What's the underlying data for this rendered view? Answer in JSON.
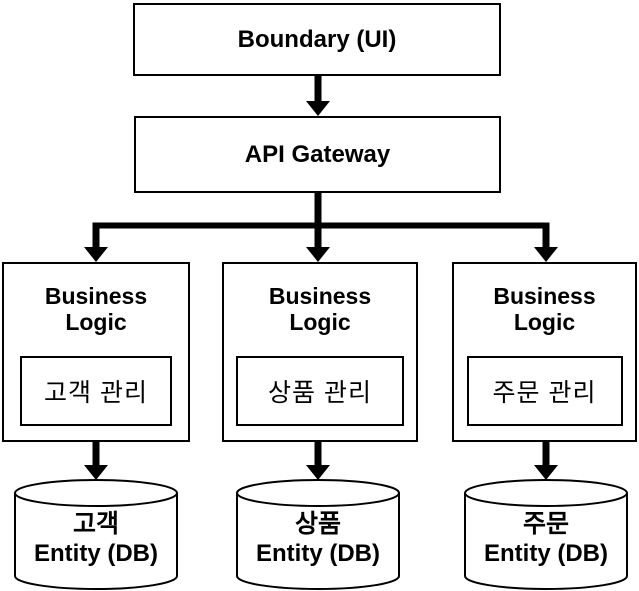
{
  "boundary": {
    "label": "Boundary (UI)"
  },
  "api_gateway": {
    "label": "API Gateway"
  },
  "services": [
    {
      "title_lines": [
        "Business",
        "Logic"
      ],
      "module": "고객 관리",
      "database_lines": [
        "고객",
        "Entity (DB)"
      ]
    },
    {
      "title_lines": [
        "Business",
        "Logic"
      ],
      "module": "상품 관리",
      "database_lines": [
        "상품",
        "Entity (DB)"
      ]
    },
    {
      "title_lines": [
        "Business",
        "Logic"
      ],
      "module": "주문 관리",
      "database_lines": [
        "주문",
        "Entity (DB)"
      ]
    }
  ],
  "colors": {
    "line": "#000000",
    "background": "#ffffff",
    "box_fill": "#ffffff"
  }
}
